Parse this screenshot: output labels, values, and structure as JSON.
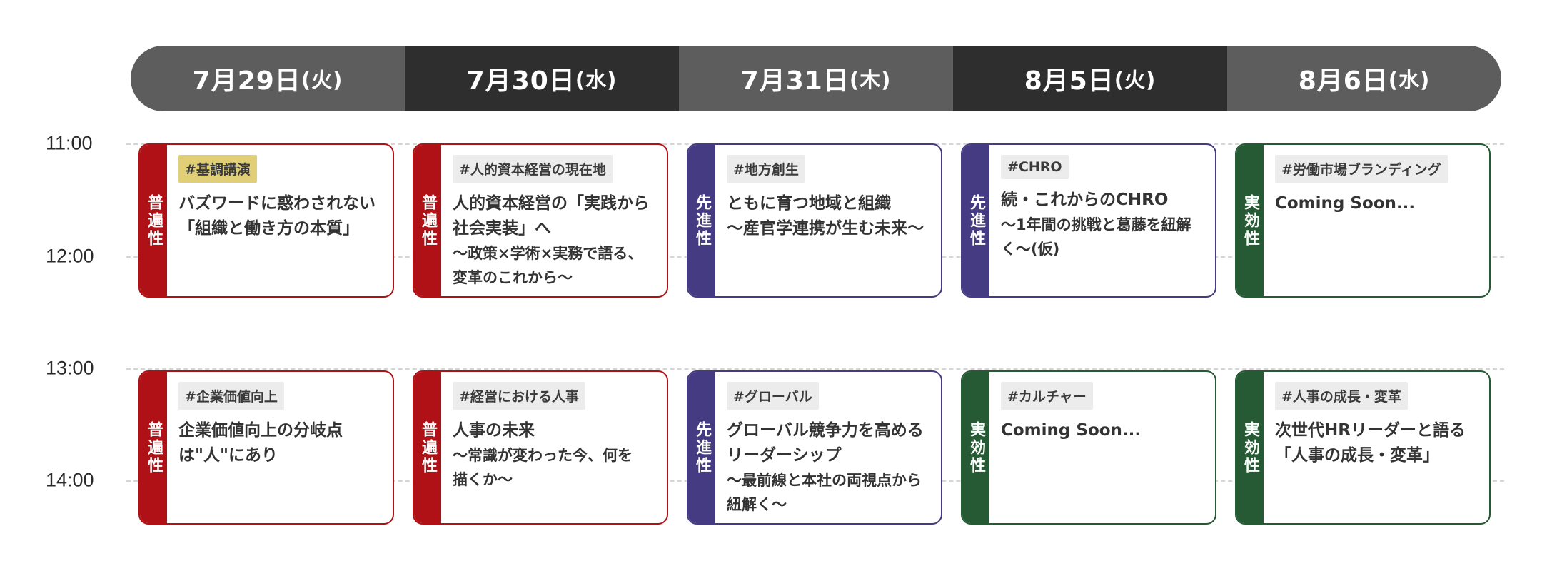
{
  "days": [
    {
      "date": "7月29日",
      "weekday": "(火)"
    },
    {
      "date": "7月30日",
      "weekday": "(水)"
    },
    {
      "date": "7月31日",
      "weekday": "(木)"
    },
    {
      "date": "8月5日",
      "weekday": "(火)"
    },
    {
      "date": "8月6日",
      "weekday": "(水)"
    }
  ],
  "times": [
    "11:00",
    "12:00",
    "13:00",
    "14:00"
  ],
  "colors": {
    "普遍性": "#b01116",
    "先進性": "#453b82",
    "実効性": "#265a35",
    "header_light": "#5d5d5d",
    "header_dark": "#2e2e2e",
    "keynote_tag": "#e0cf76"
  },
  "sessions": [
    [
      {
        "category": "普遍性",
        "tag": "#基調講演",
        "title": "バズワードに惑わされない\n「組織と働き方の本質」",
        "sub": ""
      },
      {
        "category": "普遍性",
        "tag": "#企業価値向上",
        "title": "企業価値向上の分岐点\nは\"人\"にあり",
        "sub": ""
      }
    ],
    [
      {
        "category": "普遍性",
        "tag": "#人的資本経営の現在地",
        "title": "人的資本経営の「実践から\n社会実装」へ",
        "sub": "〜政策×学術×実務で語る、\n変革のこれから〜"
      },
      {
        "category": "普遍性",
        "tag": "#経営における人事",
        "title": "人事の未来",
        "sub": "〜常識が変わった今、何を\n描くか〜"
      }
    ],
    [
      {
        "category": "先進性",
        "tag": "#地方創生",
        "title": "ともに育つ地域と組織\n〜産官学連携が生む未来〜",
        "sub": ""
      },
      {
        "category": "先進性",
        "tag": "#グローバル",
        "title": "グローバル競争力を高める\nリーダーシップ",
        "sub": "〜最前線と本社の両視点から\n紐解く〜"
      }
    ],
    [
      {
        "category": "先進性",
        "tag": "#CHRO",
        "title": "続・これからのCHRO",
        "sub": "〜1年間の挑戦と葛藤を紐解\nく〜(仮)"
      },
      {
        "category": "実効性",
        "tag": "#カルチャー",
        "title": "Coming Soon...",
        "sub": ""
      }
    ],
    [
      {
        "category": "実効性",
        "tag": "#労働市場ブランディング",
        "title": "Coming Soon...",
        "sub": ""
      },
      {
        "category": "実効性",
        "tag": "#人事の成長・変革",
        "title": "次世代HRリーダーと語る\n「人事の成長・変革」",
        "sub": ""
      }
    ]
  ]
}
